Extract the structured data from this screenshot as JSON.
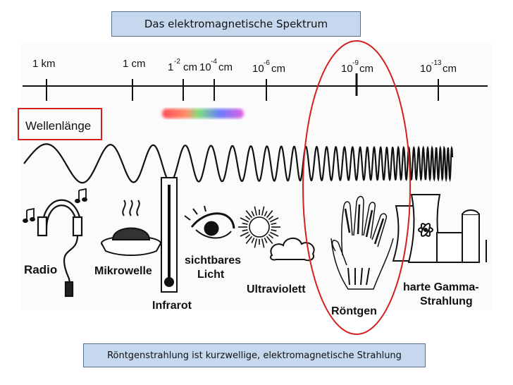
{
  "title": "Das elektromagnetische Spektrum",
  "scale": {
    "ticks": [
      {
        "base": "1 km",
        "exp": ""
      },
      {
        "base": "1 cm",
        "exp": ""
      },
      {
        "base": "1",
        "exp": "-2",
        "unit": "cm"
      },
      {
        "base": "10",
        "exp": "-4",
        "unit": "cm"
      },
      {
        "base": "10",
        "exp": "-6",
        "unit": "cm"
      },
      {
        "base": "10",
        "exp": "-9",
        "unit": "cm"
      },
      {
        "base": "10",
        "exp": "-13",
        "unit": "cm"
      }
    ]
  },
  "wavelength_label": "Wellenlänge",
  "categories": {
    "radio": "Radio",
    "microwave": "Mikrowelle",
    "infrared": "Infrarot",
    "visible_line1": "sichtbares",
    "visible_line2": "Licht",
    "ultraviolet": "Ultraviolett",
    "xray": "Röntgen",
    "gamma_line1": "harte Gamma-",
    "gamma_line2": "Strahlung"
  },
  "highlight_color": "#d32020",
  "footer": "Röntgenstrahlung ist kurzwellige, elektromagnetische Strahlung"
}
